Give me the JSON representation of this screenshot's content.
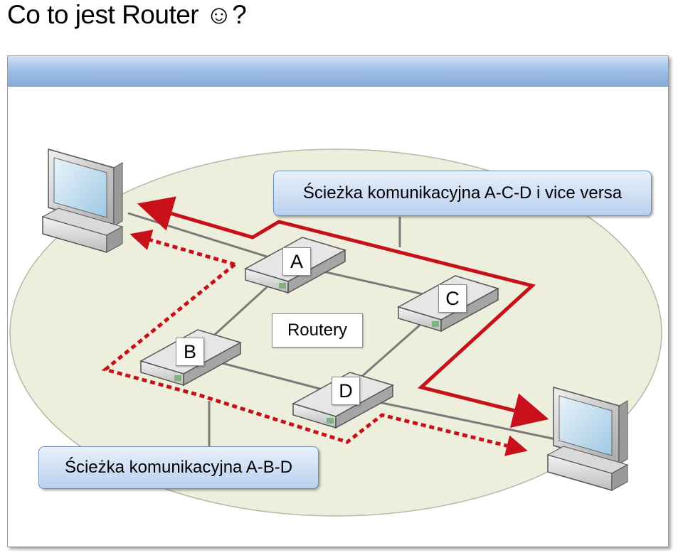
{
  "slide": {
    "title": "Co to jest Router",
    "title_end": "?",
    "smiley": "☺"
  },
  "diagram": {
    "path_acd_label": "Ścieżka komunikacyjna A-C-D i vice versa",
    "path_abd_label": "Ścieżka komunikacyjna A-B-D",
    "routers_label": "Routery",
    "routers": [
      {
        "id": "A",
        "label": "A"
      },
      {
        "id": "B",
        "label": "B"
      },
      {
        "id": "C",
        "label": "C"
      },
      {
        "id": "D",
        "label": "D"
      }
    ],
    "colors": {
      "solid_path": "#c8101a",
      "dashed_path": "#c8101a",
      "network_ellipse": "#eeeedd",
      "header": "#9dbde4"
    }
  }
}
